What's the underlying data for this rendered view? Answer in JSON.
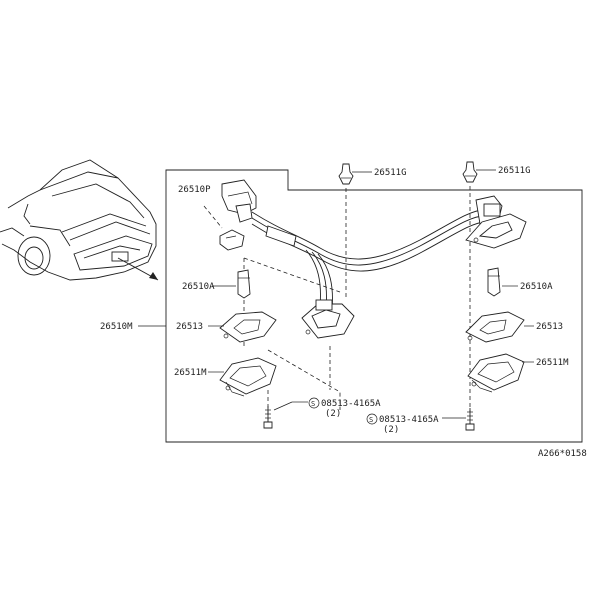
{
  "labels": {
    "bulb_left": "26511G",
    "bulb_right": "26511G",
    "harness": "26510P",
    "socket_left": "26510A",
    "socket_right": "26510A",
    "assembly": "26510M",
    "gasket_left": "26513",
    "gasket_right": "26513",
    "lens_left": "26511M",
    "lens_right": "26511M",
    "screw_left": "08513-4165A",
    "screw_left_qty": "(2)",
    "screw_right": "08513-4165A",
    "screw_right_qty": "(2)",
    "screw_badge_left": "S",
    "screw_badge_right": "S",
    "drawing_code": "A266*0158"
  }
}
